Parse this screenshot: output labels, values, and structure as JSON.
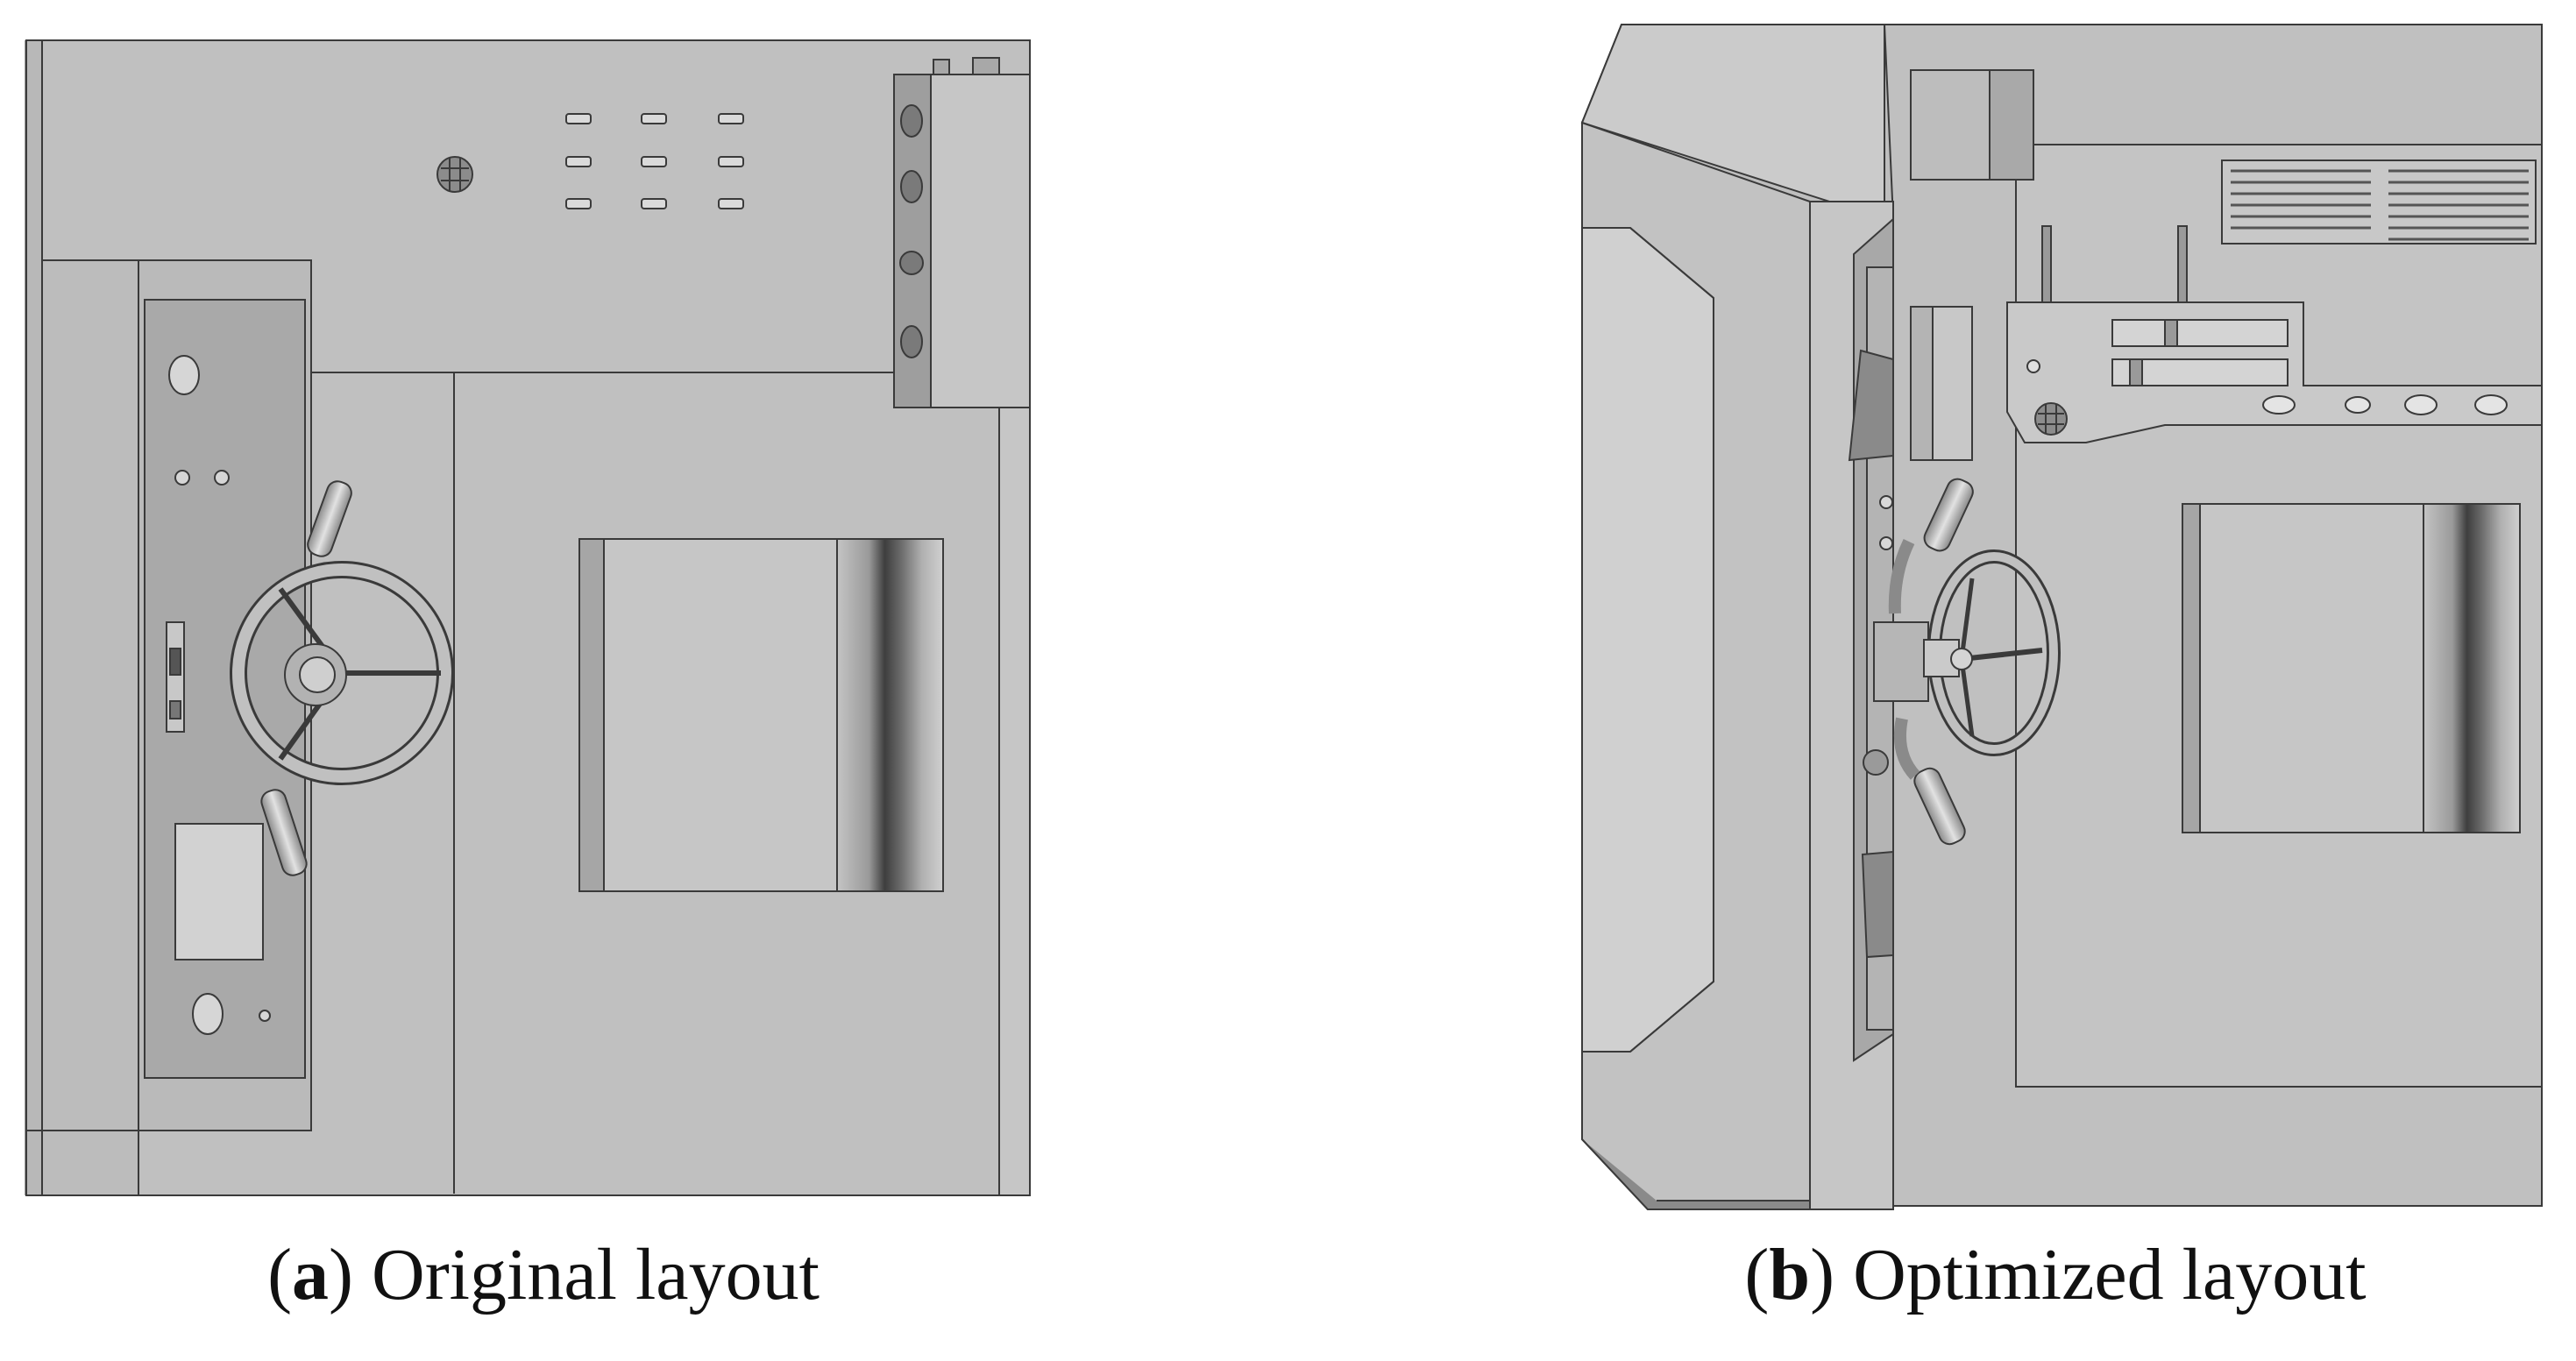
{
  "figure": {
    "panel_a": {
      "caption_open": "(",
      "caption_letter": "a",
      "caption_close": ")",
      "caption_text": " Original layout"
    },
    "panel_b": {
      "caption_open": "(",
      "caption_letter": "b",
      "caption_close": ")",
      "caption_text": " Optimized layout"
    }
  },
  "colors": {
    "panel_fill": "#c0c0c0",
    "panel_light": "#cccccc",
    "panel_dark": "#a6a6a6",
    "stripe_dark": "#474747",
    "outline": "#3a3a3a",
    "background": "#ffffff"
  }
}
